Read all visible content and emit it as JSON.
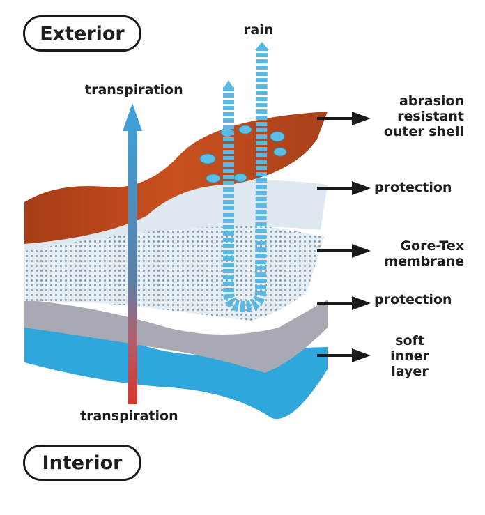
{
  "title_labels": {
    "exterior": "Exterior",
    "interior": "Interior"
  },
  "flows": {
    "rain": "rain",
    "transpiration_top": "transpiration",
    "transpiration_bottom": "transpiration"
  },
  "layers": [
    {
      "label_lines": [
        "abrasion",
        "resistant",
        "outer shell"
      ],
      "color": "#b8441a"
    },
    {
      "label_lines": [
        "protection"
      ],
      "color": "#dfe9f0"
    },
    {
      "label_lines": [
        "Gore-Tex",
        "membrane"
      ],
      "color": "#c9dbe8"
    },
    {
      "label_lines": [
        "protection"
      ],
      "color": "#a9a9b3"
    },
    {
      "label_lines": [
        "soft",
        "inner",
        "layer"
      ],
      "color": "#2fa7dc"
    }
  ],
  "colors": {
    "transpiration_arrow_top": "#3f9fd6",
    "transpiration_arrow_bottom": "#d8352a",
    "rain_stream": "#5bb8e2",
    "text": "#1e1e1e"
  }
}
